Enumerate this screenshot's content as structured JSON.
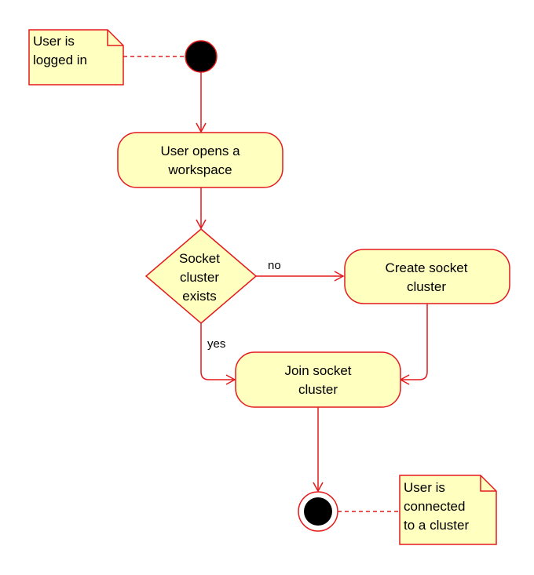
{
  "colors": {
    "stroke": "#e41a1c",
    "fill": "#ffffc0",
    "initial": "#000000"
  },
  "notes": {
    "start_line1": "User is",
    "start_line2": "logged in",
    "end_line1": "User is",
    "end_line2": "connected",
    "end_line3": "to a cluster"
  },
  "nodes": {
    "open_workspace_line1": "User opens a",
    "open_workspace_line2": "workspace",
    "decision_line1": "Socket",
    "decision_line2": "cluster",
    "decision_line3": "exists",
    "create_cluster_line1": "Create socket",
    "create_cluster_line2": "cluster",
    "join_cluster_line1": "Join socket",
    "join_cluster_line2": "cluster"
  },
  "edges": {
    "no_label": "no",
    "yes_label": "yes"
  }
}
